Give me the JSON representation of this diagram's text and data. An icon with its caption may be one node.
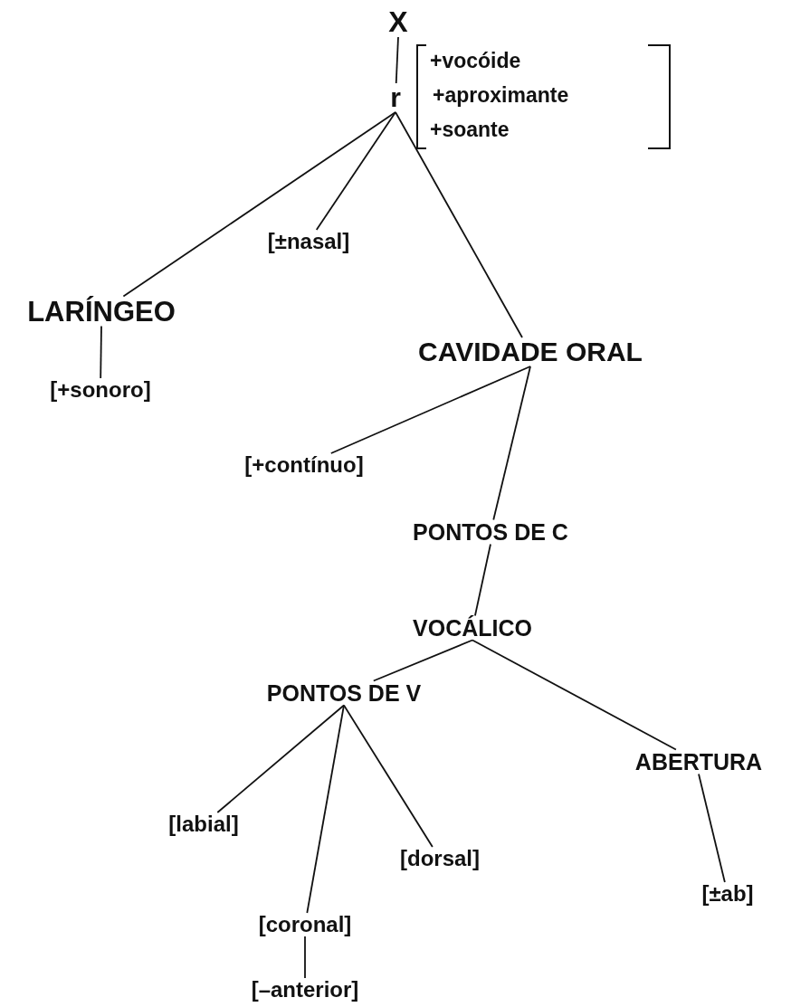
{
  "diagram": {
    "nodes": [
      {
        "text": [
          "X"
        ]
      },
      {
        "text": [
          "r"
        ],
        "beside": [
          "+vocóide",
          "+aproximante",
          "+soante"
        ]
      },
      {
        "text": [
          "[±nasal]"
        ]
      },
      {
        "text": [
          "LARÍNGEO"
        ]
      },
      {
        "text": [
          "[+sonoro]"
        ]
      },
      {
        "text": [
          "CAVIDADE ORAL"
        ]
      },
      {
        "text": [
          "[+contínuo]"
        ]
      },
      {
        "text": [
          "PONTOS DE C"
        ]
      },
      {
        "text": [
          "VOCÁLICO"
        ]
      },
      {
        "text": [
          "PONTOS DE V"
        ]
      },
      {
        "text": [
          "ABERTURA"
        ]
      },
      {
        "text": [
          "[labial]"
        ]
      },
      {
        "text": [
          "[dorsal]"
        ]
      },
      {
        "text": [
          "[coronal]"
        ]
      },
      {
        "text": [
          "[±ab]"
        ]
      },
      {
        "text": [
          "[–anterior]"
        ]
      }
    ],
    "edges": [
      {
        "from": 0,
        "to": 1,
        "arrow": "none"
      },
      {
        "from": 1,
        "to": 3,
        "arrow": "none"
      },
      {
        "from": 1,
        "to": 2,
        "arrow": "none"
      },
      {
        "from": 1,
        "to": 5,
        "arrow": "none"
      },
      {
        "from": 3,
        "to": 4,
        "arrow": "none"
      },
      {
        "from": 5,
        "to": 6,
        "arrow": "none"
      },
      {
        "from": 5,
        "to": 7,
        "arrow": "none"
      },
      {
        "from": 7,
        "to": 8,
        "arrow": "none"
      },
      {
        "from": 8,
        "to": 9,
        "arrow": "none"
      },
      {
        "from": 8,
        "to": 10,
        "arrow": "none"
      },
      {
        "from": 9,
        "to": 11,
        "arrow": "none"
      },
      {
        "from": 9,
        "to": 13,
        "arrow": "none"
      },
      {
        "from": 9,
        "to": 12,
        "arrow": "none"
      },
      {
        "from": 13,
        "to": 15,
        "arrow": "none"
      },
      {
        "from": 10,
        "to": 14,
        "arrow": "none"
      }
    ]
  }
}
